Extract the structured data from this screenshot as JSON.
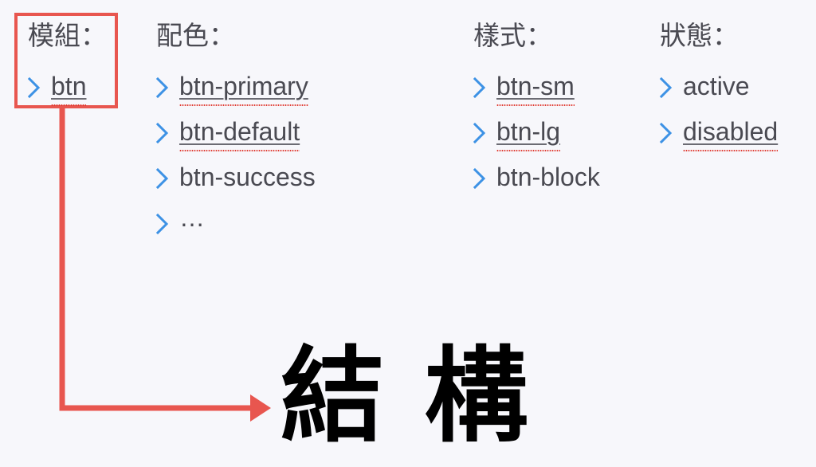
{
  "background_color": "#f7f7fb",
  "accent_red": "#e8564f",
  "chevron_color": "#3d92e5",
  "text_color": "#4a4a52",
  "spellcheck_color": "#e03b32",
  "columns": [
    {
      "id": "module",
      "header": "模組：",
      "highlighted": true,
      "items": [
        {
          "label": "btn",
          "icon": "chevron-right-icon",
          "underlined": true,
          "spellcheck": true
        }
      ]
    },
    {
      "id": "color",
      "header": "配色：",
      "highlighted": false,
      "items": [
        {
          "label": "btn-primary",
          "icon": "chevron-right-icon",
          "underlined": true,
          "spellcheck": true
        },
        {
          "label": "btn-default",
          "icon": "chevron-right-icon",
          "underlined": true,
          "spellcheck": true
        },
        {
          "label": "btn-success",
          "icon": "chevron-right-icon",
          "underlined": false,
          "spellcheck": false
        },
        {
          "label": "…",
          "icon": "chevron-right-icon",
          "underlined": false,
          "spellcheck": false
        }
      ]
    },
    {
      "id": "size",
      "header": "樣式：",
      "highlighted": false,
      "items": [
        {
          "label": "btn-sm",
          "icon": "chevron-right-icon",
          "underlined": true,
          "spellcheck": true
        },
        {
          "label": "btn-lg",
          "icon": "chevron-right-icon",
          "underlined": true,
          "spellcheck": true
        },
        {
          "label": "btn-block",
          "icon": "chevron-right-icon",
          "underlined": false,
          "spellcheck": false
        }
      ]
    },
    {
      "id": "state",
      "header": "狀態：",
      "highlighted": false,
      "items": [
        {
          "label": "active",
          "icon": "chevron-right-icon",
          "underlined": false,
          "spellcheck": false
        },
        {
          "label": "disabled",
          "icon": "chevron-right-icon",
          "underlined": true,
          "spellcheck": true
        }
      ]
    }
  ],
  "callout": {
    "arrow_icon": "arrow-right-icon",
    "source_column": "module",
    "target": "headline"
  },
  "headline": {
    "text": "結 構"
  }
}
